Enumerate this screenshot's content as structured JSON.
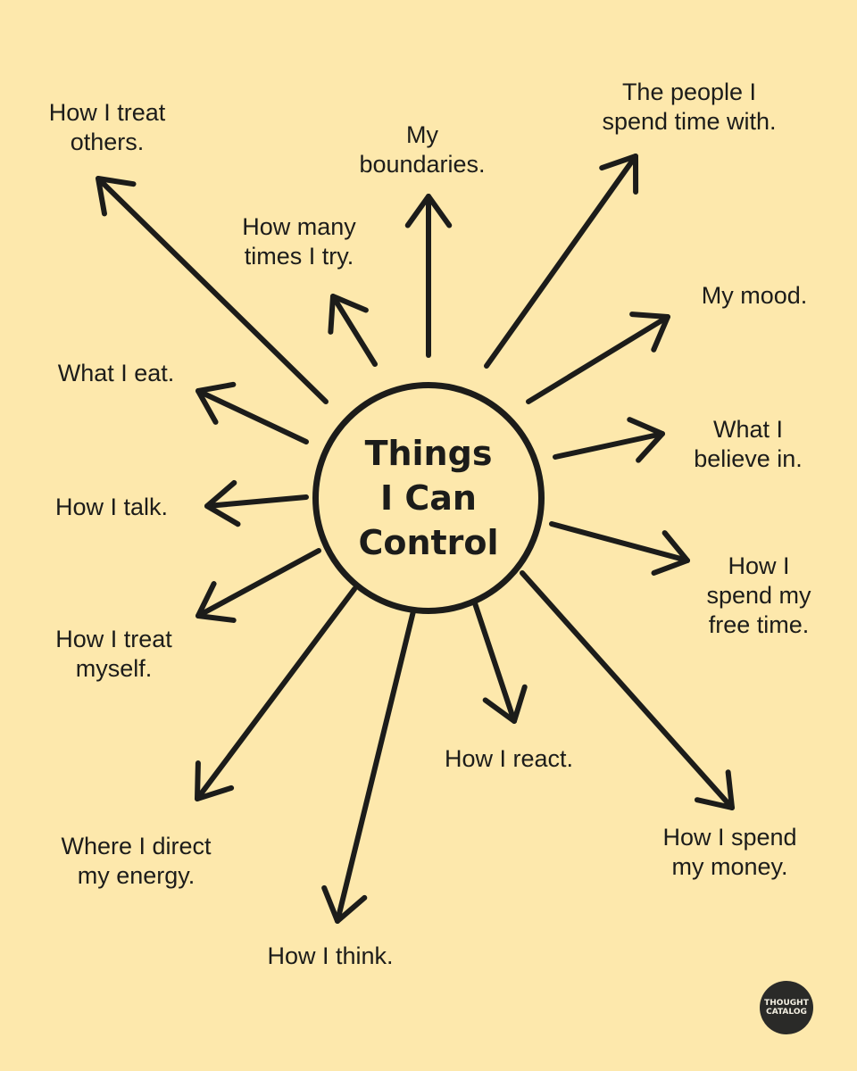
{
  "hub": {
    "title": "Things\nI Can\nControl"
  },
  "items": [
    {
      "id": "treat-others",
      "text": "How I treat\nothers."
    },
    {
      "id": "boundaries",
      "text": "My\nboundaries."
    },
    {
      "id": "people",
      "text": "The people I\nspend time with."
    },
    {
      "id": "tries",
      "text": "How many\ntimes I try."
    },
    {
      "id": "mood",
      "text": "My mood."
    },
    {
      "id": "eat",
      "text": "What I eat."
    },
    {
      "id": "believe",
      "text": "What I\nbelieve in."
    },
    {
      "id": "talk",
      "text": "How I talk."
    },
    {
      "id": "free-time",
      "text": "How I\nspend my\nfree time."
    },
    {
      "id": "treat-self",
      "text": "How I treat\nmyself."
    },
    {
      "id": "react",
      "text": "How I react."
    },
    {
      "id": "energy",
      "text": "Where I direct\nmy energy."
    },
    {
      "id": "money",
      "text": "How I spend\nmy money."
    },
    {
      "id": "think",
      "text": "How I think."
    }
  ],
  "logo": {
    "text": "THOUGHT\nCATALOG"
  },
  "colors": {
    "background": "#fde8ac",
    "ink": "#1c1c1a"
  }
}
